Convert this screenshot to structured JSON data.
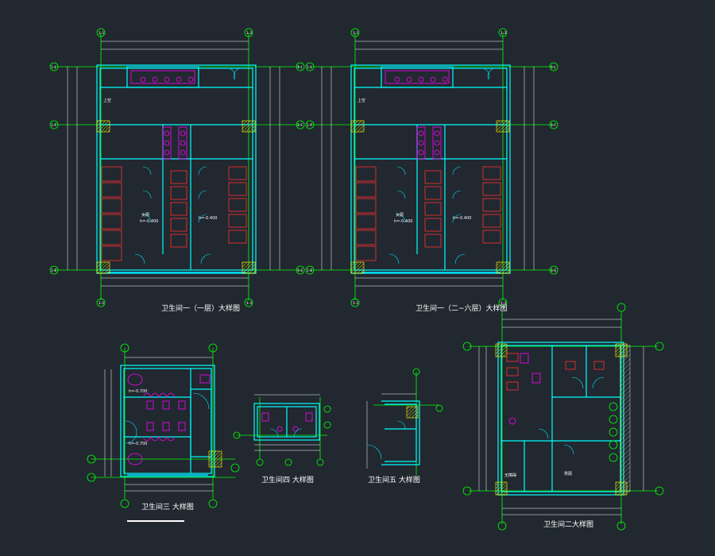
{
  "drawings": {
    "plan1": {
      "title": "卫生间一（一层）大样图",
      "level": "h=-0.400"
    },
    "plan2": {
      "title": "卫生间一（二~六层）大样图",
      "level": "h=-0.400"
    },
    "plan3": {
      "title": "卫生间三 大样图",
      "levels": [
        "h=-0.700",
        "h=-0.700"
      ]
    },
    "plan4": {
      "title": "卫生间四 大样图"
    },
    "plan5": {
      "title": "卫生间五 大样图"
    },
    "plan6": {
      "title": "卫生间二大样图"
    }
  },
  "room_labels": {
    "upper": "上空",
    "women": "女厕",
    "men": "男厕",
    "accessible": "无障碍"
  },
  "colors": {
    "background": "#212830",
    "axis": "#00ff00",
    "wall": "#00ffff",
    "fixture": "#ff00ff",
    "stall": "#ff3030",
    "column": "#ffff00",
    "dimension": "#ffffff",
    "door": "#00e5ff"
  }
}
